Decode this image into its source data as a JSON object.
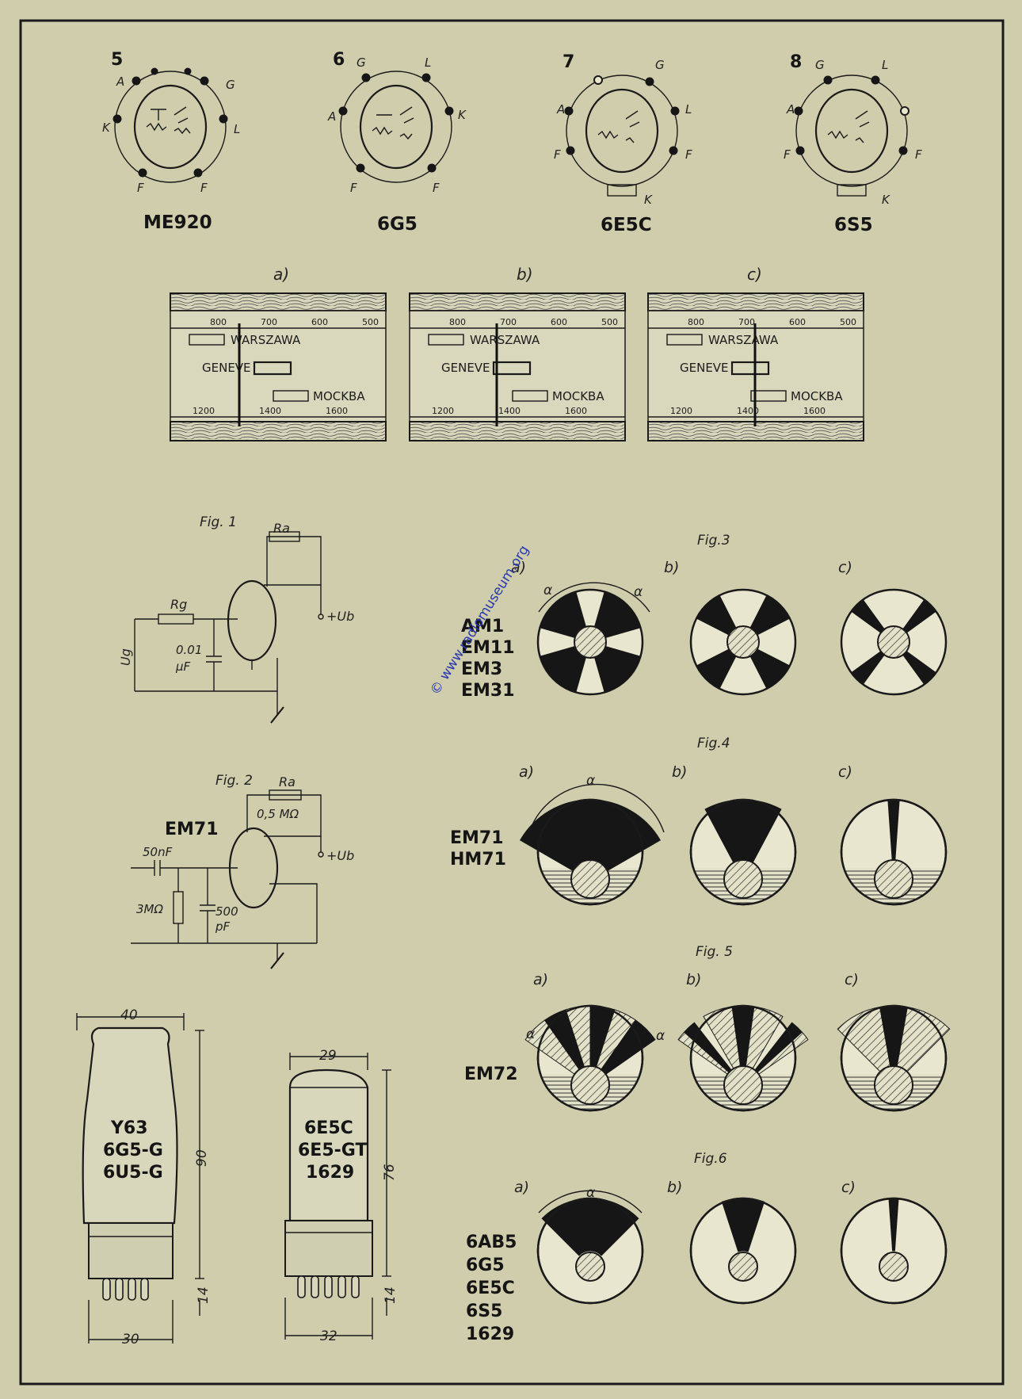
{
  "page_header": {
    "left": "",
    "center": "",
    "right": ""
  },
  "sockets": [
    {
      "number": "5",
      "name": "ME920",
      "pins": [
        "A",
        "G",
        "K",
        "L",
        "F",
        "F"
      ]
    },
    {
      "number": "6",
      "name": "6G5",
      "pins": [
        "G",
        "L",
        "A",
        "K",
        "F",
        "F"
      ]
    },
    {
      "number": "7",
      "name": "6E5C",
      "pins": [
        "A",
        "G",
        "L",
        "F",
        "F",
        "K"
      ]
    },
    {
      "number": "8",
      "name": "6S5",
      "pins": [
        "G",
        "L",
        "A",
        "F",
        "F",
        "K"
      ]
    }
  ],
  "dials": {
    "panel_labels": [
      "a)",
      "b)",
      "c)"
    ],
    "top_scale": [
      "800",
      "700",
      "600",
      "500"
    ],
    "bottom_scale": [
      "1200",
      "1400",
      "1600"
    ],
    "stations": [
      "WARSZAWA",
      "GENEVE",
      "MOCKBA"
    ]
  },
  "fig1": {
    "title": "Fig. 1",
    "ra": "Ra",
    "rg": "Rg",
    "cap": "0.01",
    "cap_unit": "µF",
    "ug": "Ug",
    "ub": "+Ub"
  },
  "fig2": {
    "title": "Fig. 2",
    "tube": "EM71",
    "ra": "Ra",
    "ra_val": "0,5 MΩ",
    "c_in": "50nF",
    "r_in": "3MΩ",
    "c2": "500",
    "c2_unit": "pF",
    "ub": "+Ub"
  },
  "fig3": {
    "title": "Fig.3",
    "tubes": [
      "AM1",
      "EM11",
      "EM3",
      "EM31"
    ],
    "labels": [
      "a)",
      "b)",
      "c)"
    ],
    "alpha": "α"
  },
  "fig4": {
    "title": "Fig.4",
    "tubes": [
      "EM71",
      "HM71"
    ],
    "labels": [
      "a)",
      "b)",
      "c)"
    ],
    "alpha": "α"
  },
  "fig5": {
    "title": "Fig. 5",
    "tubes": [
      "EM72"
    ],
    "labels": [
      "a)",
      "b)",
      "c)"
    ],
    "alpha": "α"
  },
  "fig6": {
    "title": "Fig.6",
    "tubes": [
      "6AB5",
      "6G5",
      "6E5C",
      "6S5",
      "1629"
    ],
    "labels": [
      "a)",
      "b)",
      "c)"
    ],
    "alpha": "α"
  },
  "tube_large": {
    "lines": [
      "Y63",
      "6G5-G",
      "6U5-G"
    ],
    "width": "40",
    "height": "90",
    "base": "14",
    "base_width": "30"
  },
  "tube_small": {
    "lines": [
      "6E5C",
      "6E5-GT",
      "1629"
    ],
    "width": "29",
    "height": "76",
    "base": "14",
    "base_width": "32"
  },
  "watermark": "© www.radiomuseum.org",
  "colors": {
    "paper": "#cfcdac",
    "ink": "#161616",
    "light": "#e8e6ce"
  }
}
